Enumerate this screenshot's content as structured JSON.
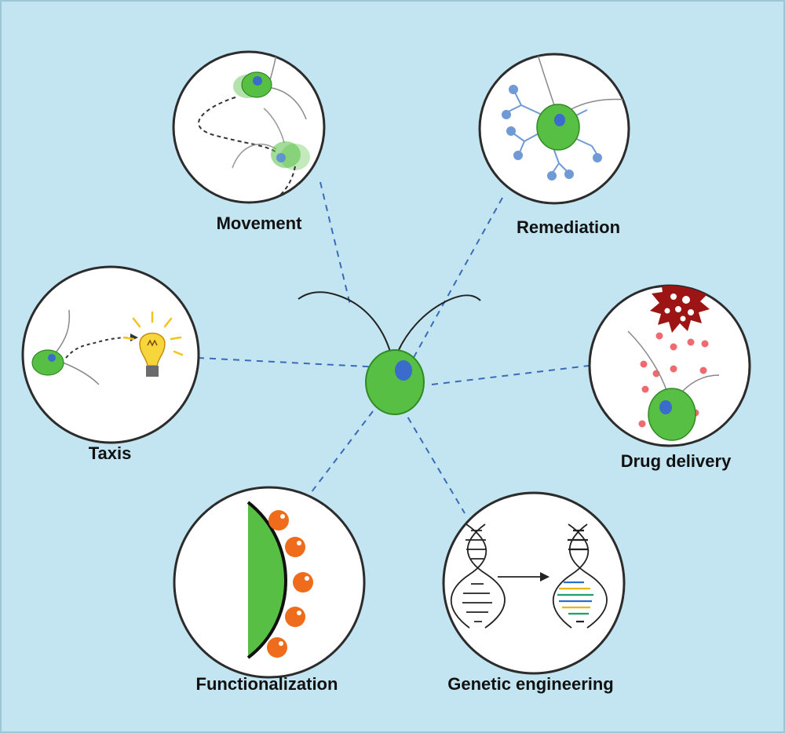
{
  "colors": {
    "background": "#c2e5f1",
    "border": "#2c2c2c",
    "cell_fill": "#57bf43",
    "cell_stroke": "#2f8a23",
    "nucleus": "#3a6ccc",
    "connector": "#3a6bb8",
    "receptor": "#6f9ad6",
    "drug_particle": "#ef6a6f",
    "target_cell": "#9c1414",
    "nanoparticle": "#ef6c1c",
    "bulb": "#f7d63c"
  },
  "center": {
    "name": "microalga-cell",
    "icon": "green-alga-cell"
  },
  "nodes": [
    {
      "id": "movement",
      "label": "Movement",
      "icon": "swimming-cell-icon"
    },
    {
      "id": "remediation",
      "label": "Remediation",
      "icon": "cell-with-receptors-icon"
    },
    {
      "id": "taxis",
      "label": "Taxis",
      "icon": "cell-and-lightbulb-icon"
    },
    {
      "id": "drug-delivery",
      "label": "Drug delivery",
      "icon": "cell-releasing-drug-icon"
    },
    {
      "id": "functionalization",
      "label": "Functionalization",
      "icon": "cell-surface-nanoparticles-icon"
    },
    {
      "id": "genetic-engineering",
      "label": "Genetic engineering",
      "icon": "dna-modification-icon"
    }
  ]
}
